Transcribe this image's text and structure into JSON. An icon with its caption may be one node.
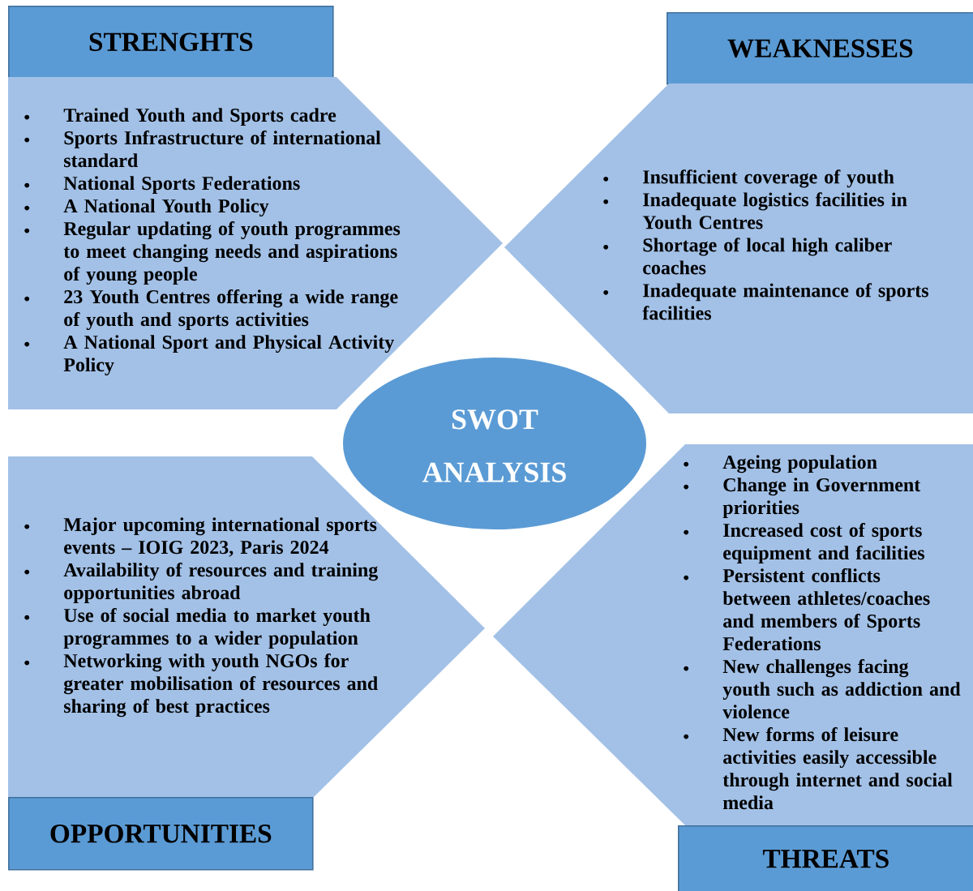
{
  "diagram": {
    "nodes": [
      {
        "text": [
          "STRENGHTS"
        ]
      },
      {
        "text": [
          "Trained Youth and Sports cadre",
          "Sports Infrastructure of international standard",
          "National Sports Federations",
          "A National Youth Policy",
          "Regular updating of youth programmes to meet changing needs and aspirations of young people",
          "23 Youth Centres offering a wide range of youth and sports activities",
          "A National Sport and Physical Activity Policy"
        ]
      },
      {
        "text": [
          "WEAKNESSES"
        ]
      },
      {
        "text": [
          "Insufficient coverage of youth",
          "Inadequate logistics facilities in Youth Centres",
          "Shortage of local high caliber coaches",
          "Inadequate maintenance of sports facilities"
        ]
      },
      {
        "text": [
          "SWOT ANALYSIS"
        ]
      },
      {
        "text": [
          "Major upcoming international sports events – IOIG 2023, Paris 2024",
          "Availability of resources and training opportunities abroad",
          "Use of social media to market youth programmes to a wider population",
          "Networking with youth NGOs for greater mobilisation of resources and sharing of best practices"
        ]
      },
      {
        "text": [
          "OPPORTUNITIES"
        ]
      },
      {
        "text": [
          "Ageing population",
          "Change in Government priorities",
          "Increased cost of sports equipment and facilities",
          "Persistent conflicts between athletes/coaches and members of Sports Federations",
          "New challenges facing youth such as addiction and violence",
          "New forms of leisure activities easily accessible through internet and social media"
        ]
      },
      {
        "text": [
          "THREATS"
        ]
      }
    ]
  }
}
